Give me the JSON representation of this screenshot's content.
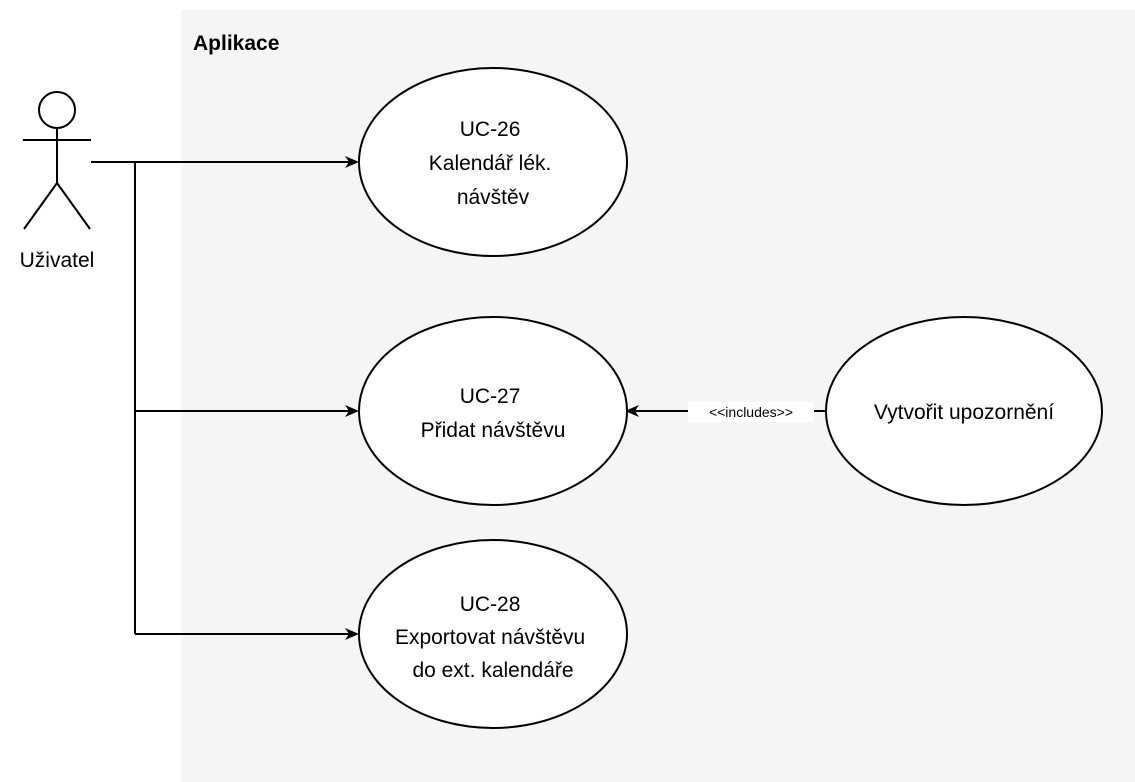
{
  "system": {
    "title": "Aplikace",
    "background": "#f5f5f5"
  },
  "actor": {
    "label": "Uživatel"
  },
  "use_cases": [
    {
      "id": "uc26",
      "lines": [
        "UC-26",
        "Kalendář lék.",
        "návštěv"
      ]
    },
    {
      "id": "uc27",
      "lines": [
        "UC-27",
        "Přidat návštěvu"
      ]
    },
    {
      "id": "uc28",
      "lines": [
        "UC-28",
        "Exportovat návštěvu",
        "do ext. kalendáře"
      ]
    },
    {
      "id": "notify",
      "lines": [
        "Vytvořit upozornění"
      ]
    }
  ],
  "relations": {
    "include_label": "<<includes>>"
  },
  "colors": {
    "stroke": "#000000",
    "fill": "#ffffff"
  }
}
